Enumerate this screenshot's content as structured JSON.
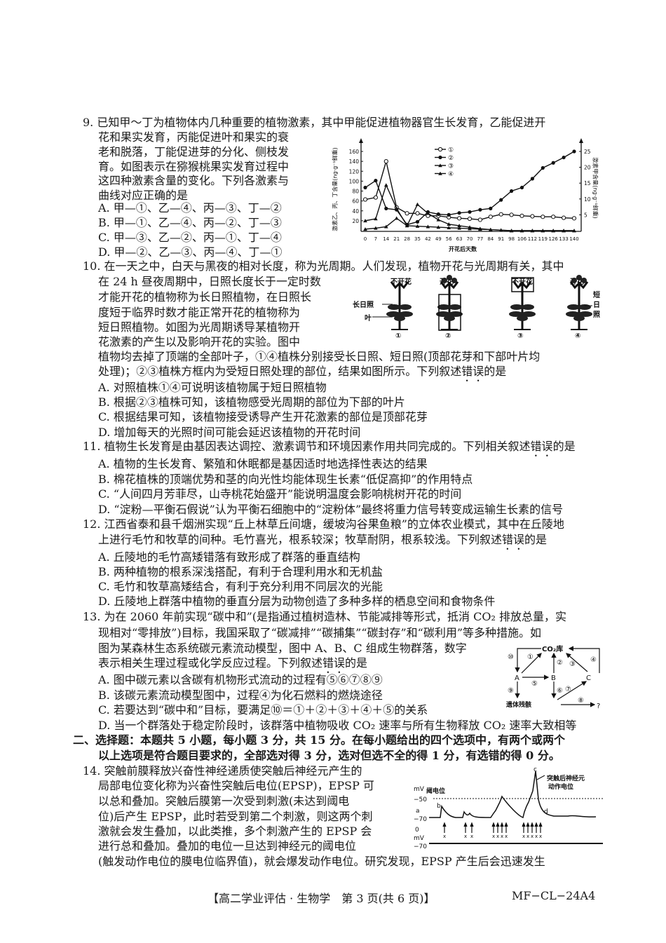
{
  "q9": {
    "lines": [
      "9. 已知甲～丁为植物体内几种重要的植物激素，其中甲能促进植物器官生长发育，乙能促进开",
      "花和果实发育，丙能促进叶和果实的衰",
      "老和脱落，丁能促进芽的分化、侧枝发",
      "育。如图表示在猕猴桃果实发育过程中",
      "这四种激素含量的变化。下列各激素与",
      "曲线对应正确的是"
    ],
    "options": [
      "A. 甲—①、乙—④、丙—③、丁—②",
      "B. 甲—①、乙—④、丙—②、丁—③",
      "C. 甲—③、乙—②、丙—①、丁—④",
      "D. 甲—②、乙—③、丙—④、丁—①"
    ]
  },
  "chart_data": {
    "type": "line",
    "xlabel": "开花后天数",
    "ylabel": "激素乙、丙、丁含量(ng·g⁻¹鲜重)",
    "ylabel_right": "激素甲含量(ng·g⁻¹鲜重)",
    "x": [
      0,
      7,
      14,
      21,
      28,
      35,
      42,
      49,
      56,
      63,
      70,
      77,
      84,
      91,
      98,
      106,
      112,
      119,
      126,
      133,
      140
    ],
    "x_ticks": [
      "0",
      "7",
      "14",
      "21",
      "28",
      "35",
      "42",
      "49",
      "56",
      "63",
      "70",
      "77",
      "84",
      "91",
      "98",
      "106",
      "112",
      "119",
      "126",
      "133",
      "140"
    ],
    "y_ticks_left": [
      "20",
      "40",
      "60",
      "80",
      "100",
      "120",
      "140",
      "160"
    ],
    "y_ticks_right": [
      "5",
      "10",
      "15",
      "20",
      "25"
    ],
    "ylim_left": [
      0,
      160
    ],
    "ylim_right": [
      0,
      25
    ],
    "series": [
      {
        "name": "①",
        "marker": "open-circle",
        "axis": "left",
        "values": [
          63,
          67,
          140,
          47,
          35,
          35,
          30,
          30,
          27,
          25,
          24,
          22,
          28,
          33,
          32,
          30,
          29,
          28,
          28,
          26,
          25
        ]
      },
      {
        "name": "②",
        "marker": "filled-circle",
        "axis": "right",
        "values": [
          13.6,
          15.8,
          7,
          6.6,
          1.9,
          2.8,
          5.9,
          5.2,
          5,
          5.6,
          5.9,
          6.6,
          7,
          9.7,
          12.5,
          13.6,
          16.4,
          19.8,
          21.4,
          23.1,
          25
        ]
      },
      {
        "name": "③",
        "marker": "triangle",
        "axis": "left",
        "values": [
          20,
          24,
          92,
          45,
          10,
          53,
          35,
          22,
          13,
          10,
          7,
          4,
          2,
          1,
          0,
          0,
          0,
          0,
          0,
          0,
          0
        ]
      },
      {
        "name": "④",
        "marker": "triangle",
        "axis": "left",
        "values": [
          3,
          5,
          8,
          25,
          10,
          9,
          8,
          7,
          6,
          5,
          4,
          3,
          2,
          1,
          0,
          0,
          0,
          0,
          0,
          0,
          0
        ]
      }
    ]
  },
  "q10": {
    "lines": [
      "10. 在一天之中，白天与黑夜的相对长度，称为光周期。人们发现，植物开花与光周期有关，其中",
      "在 24 h 昼夜周期中，日照长度长于一定时数",
      "才能开花的植物称为长日照植物，在日照长",
      "度短于临界时数才能正常开花的植物称为",
      "短日照植物。如图为光周期诱导某植物开",
      "花激素的产生以及影响开花的实验。图中",
      "植物均去掉了顶端的全部叶子，①④植株分别接受长日照、短日照(顶部花芽和下部叶片均"
    ],
    "last_pre": "处理)；②③植株方框内为受短日照处理的部位，结果如图所示。下列叙述",
    "last_em": "错误",
    "last_post": "的是",
    "options": [
      "A. 对照植株①④可说明该植物属于短日照植物",
      "B. 根据②③植株可知，该植物感受光周期的部位为下部的叶片",
      "C. 根据结果可知，该植物接受诱导产生开花激素的部位是顶部花芽",
      "D. 增加每天的光照时间可能会延迟该植物的开花时间"
    ],
    "figure": {
      "status": [
        "不开花",
        "开花",
        "不开花",
        "开花"
      ],
      "labels": [
        "①",
        "②",
        "③",
        "④"
      ],
      "long_day": "长日照",
      "leaf": "叶",
      "short_day": [
        "短",
        "日",
        "照"
      ]
    }
  },
  "q11": {
    "pre": "11. 植物生长发育是由基因表达调控、激素调节和环境因素作用共同完成的。下列相关叙述",
    "em": "错误",
    "post": "的是",
    "options": [
      "A. 植物的生长发育、繁殖和休眠都是基因适时地选择性表达的结果",
      "B. 棉花植株的顶端优势和茎的向光性均能体现生长素“低促高抑”的作用特点",
      "C. “人间四月芳菲尽，山寺桃花始盛开”能说明温度会影响桃树开花的时间",
      "D. “淀粉—平衡石假说”认为平衡石细胞中的“淀粉体”最终将重力信号转变成运输生长素的信号"
    ]
  },
  "q12": {
    "line1": "12. 江西省泰和县千烟洲实现“丘上林草丘间塘，缓坡沟谷果鱼粮”的立体农业模式，其中在丘陵地",
    "pre": "上进行毛竹和牧草的间种。毛竹喜光，根系较深；牧草耐阴，根系较浅。下列叙述",
    "em": "错误",
    "post": "的是",
    "options": [
      "A. 丘陵地的毛竹高矮错落有致形成了群落的垂直结构",
      "B. 两种植物的根系深浅搭配，有利于合理利用水和无机盐",
      "C. 毛竹和牧草高矮结合，有利于充分利用不同层次的光能",
      "D. 丘陵地上群落中植物的垂直分层为动物创造了多种多样的栖息空间和食物条件"
    ]
  },
  "q13": {
    "lines": [
      "13. 为在 2060 年前实现“碳中和”(是指通过植树造林、节能减排等形式，抵消 CO₂ 排放总量，实",
      "现相对“零排放”)目标，我国采取了“碳减排”“碳捕集”“碳封存”和“碳利用”等多种措施。如",
      "图为某森林生态系统碳元素流动模型，图中 A、B、C 组成生物群落，数字"
    ],
    "pre": "表示相关生理过程或化学反应过程。下列叙述",
    "em": "错误",
    "post": "的是",
    "options": [
      "A. 图中碳元素以含碳有机物形式流动的过程有⑤⑥⑦⑧⑨",
      "B. 该碳元素流动模型图中，过程④为化石燃料的燃烧途径",
      "C. 若要达到“碳中和”目标，要满足⑩＝①＋②＋③＋④＋⑤的关系",
      "D. 当一个群落处于稳定阶段时，该群落中植物吸收 CO₂ 速率与所有生物释放 CO₂ 速率大致相等"
    ],
    "diagram": {
      "co2": "CO₂库",
      "a": "A",
      "b": "B",
      "c": "C",
      "remains": "遗体残骸",
      "unknown": "?",
      "nums": [
        "①",
        "②",
        "③",
        "④",
        "⑤",
        "⑥",
        "⑦",
        "⑧",
        "⑨",
        "⑩"
      ]
    }
  },
  "section2": {
    "line1": "二、选择题：本题共 5 小题，每小题 3 分，共 15 分。在每小题给出的四个选项中，有两个或两个",
    "line2": "以上选项是符合题目要求的，全部选对得 3 分，选对但选不全的得 1 分，有选错的得 0 分。"
  },
  "q14": {
    "lines": [
      "14. 突触前膜释放兴奋性神经递质使突触后神经元产生的",
      "局部电位变化称为兴奋性突触后电位(EPSP)，EPSP 可",
      "以总和叠加。突触后膜第一次受到刺激(未达到阈电",
      "位)后产生 EPSP，此时若受到第二个刺激，则这两个刺",
      "激就会发生叠加，以此类推，多个刺激产生的 EPSP 会",
      "进行总和叠加。叠加的电位一旦达到神经元的阈电位",
      "(触发动作电位的膜电位临界值)，就会爆发动作电位。研究发现，EPSP 产生后会迅速发生"
    ],
    "figure": {
      "mv": "mV",
      "threshold": "阈电位",
      "minus50": "−50",
      "minus70": "−70",
      "zero": "0",
      "a": "a",
      "b": "b",
      "c": "c",
      "d": "d",
      "ap": [
        "突触后神经元",
        "动作电位"
      ],
      "x": "x"
    }
  },
  "footer": {
    "title": "【高二学业评估 · 生物学　第 3 页(共 6 页)】",
    "code": "MF−CL−24A4"
  }
}
